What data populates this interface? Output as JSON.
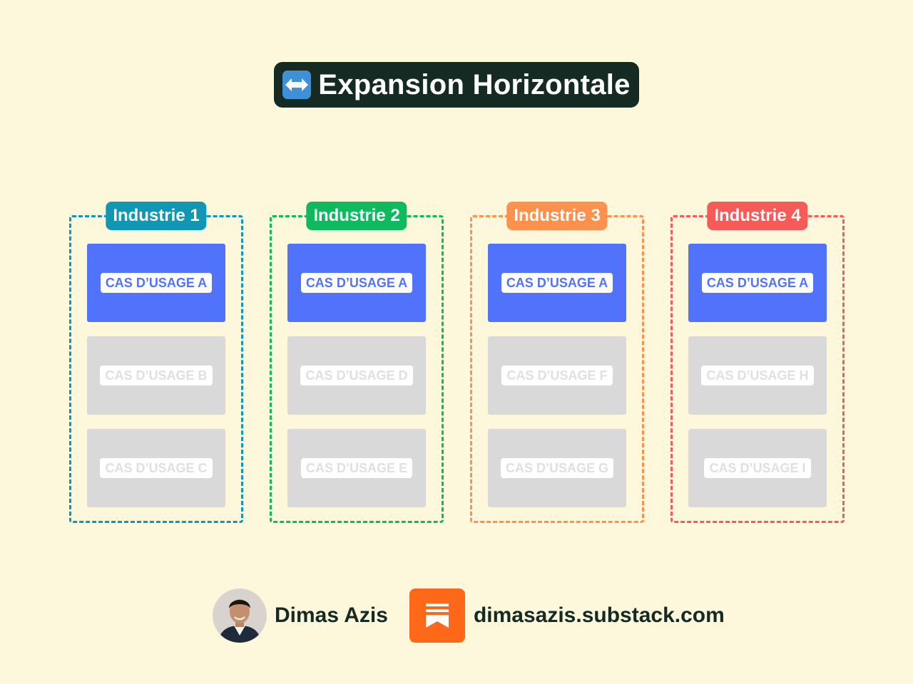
{
  "title": {
    "text": "Expansion Horizontale",
    "icon": "left-right-arrow-icon"
  },
  "colors": {
    "background": "#fdf7dc",
    "title_bg": "#152a22",
    "active_usecase": "#5173fc",
    "inactive_usecase": "#d9d9d9",
    "substack_orange": "#ff6719"
  },
  "industries": [
    {
      "label": "Industrie 1",
      "color": "#0f97b4",
      "usecases": [
        {
          "label": "CAS D’USAGE A",
          "active": true
        },
        {
          "label": "CAS D’USAGE B",
          "active": false
        },
        {
          "label": "CAS D’USAGE C",
          "active": false
        }
      ]
    },
    {
      "label": "Industrie 2",
      "color": "#0fba5e",
      "usecases": [
        {
          "label": "CAS D’USAGE A",
          "active": true
        },
        {
          "label": "CAS D’USAGE D",
          "active": false
        },
        {
          "label": "CAS D’USAGE E",
          "active": false
        }
      ]
    },
    {
      "label": "Industrie 3",
      "color": "#fd914d",
      "usecases": [
        {
          "label": "CAS D’USAGE A",
          "active": true
        },
        {
          "label": "CAS D’USAGE F",
          "active": false
        },
        {
          "label": "CAS D’USAGE G",
          "active": false
        }
      ]
    },
    {
      "label": "Industrie 4",
      "color": "#f75b58",
      "usecases": [
        {
          "label": "CAS D’USAGE A",
          "active": true
        },
        {
          "label": "CAS D’USAGE H",
          "active": false
        },
        {
          "label": "CAS D’USAGE I",
          "active": false
        }
      ]
    }
  ],
  "footer": {
    "author": "Dimas Azis",
    "avatar_icon": "author-avatar",
    "logo_icon": "substack-logo-icon",
    "url": "dimasazis.substack.com"
  }
}
